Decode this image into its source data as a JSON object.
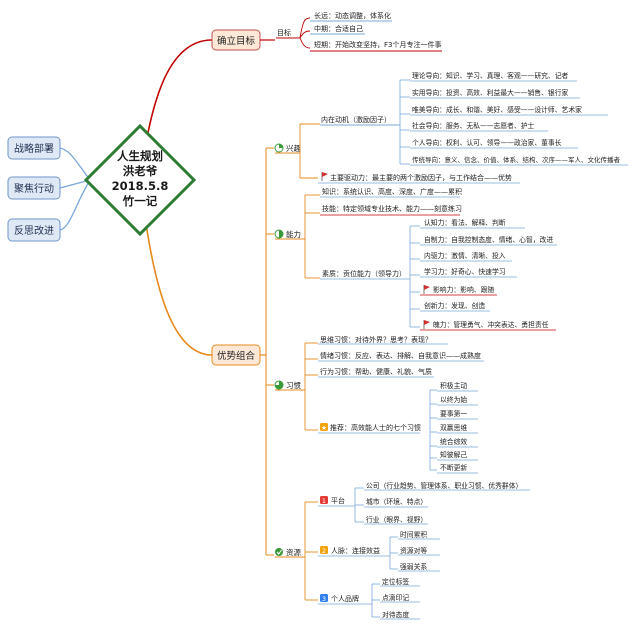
{
  "center": {
    "lines": [
      "人生规划",
      "洪老爷",
      "2018.5.8",
      "竹一记"
    ]
  },
  "left": {
    "items": [
      "战略部署",
      "聚焦行动",
      "反思改进"
    ]
  },
  "branches": {
    "goal": {
      "title": "确立目标",
      "sub": "目标",
      "items": [
        "长远：动态调整，体系化",
        "中期：合适自己",
        "短期：开始改变坚持，F3个月专注一件事"
      ]
    },
    "advantage": {
      "title": "优势组合",
      "interest": {
        "label": "兴趣",
        "motive": "内在动机（激励因子）",
        "motives": [
          "理论导向：知识、学习、真理、客观——研究、记者",
          "实用导向：投资、高效、利益最大——销售、银行家",
          "唯美导向：成长、和谐、美好、感受——设计师、艺术家",
          "社会导向：服务、无私——志愿者、护士",
          "个人导向：权利、认可、领导——政治家、董事长",
          "传统导向：意义、信念、价值、体系、结构、次序——军人、文化传播者"
        ],
        "main": "主要驱动力：最主要的两个激励因子，与工作结合——优势"
      },
      "ability": {
        "label": "能力",
        "knowledge": "知识：系统认识、高度、深度、广度——累积",
        "skill": "技能：特定领域专业技术、能力——刻意练习",
        "quality": "素质：贡位能力（领导力）",
        "qualities": [
          "认知力：看法、解释、判断",
          "自制力：自我控制态度、情绪、心智，改进",
          "内驱力：激情、清晰、投入",
          "学习力：好奇心、快速学习",
          "影响力：影响、跟随",
          "创新力：发现、创造",
          "魄力：管理勇气、冲突表达、勇担责任"
        ]
      },
      "habit": {
        "label": "习惯",
        "items": [
          "思维习惯：对待外界？思考？表现？",
          "情绪习惯：反应、表达、排解、自我意识——成熟度",
          "行为习惯：帮助、健康、礼貌、气质"
        ],
        "recommend": "推荐：高效能人士的七个习惯",
        "seven": [
          "积极主动",
          "以终为始",
          "要事第一",
          "双赢思维",
          "统合综效",
          "知彼解己",
          "不断更新"
        ]
      },
      "resource": {
        "label": "资源",
        "platform": {
          "label": "平台",
          "items": [
            "公司（行业趋势、管理体系、职业习惯、优秀群体）",
            "城市（环境、特点）",
            "行业（眼界、视野）"
          ]
        },
        "network": {
          "label": "人脉：连接效益",
          "items": [
            "时间累积",
            "资源对等",
            "强弱关系"
          ]
        },
        "brand": {
          "label": "个人品牌",
          "items": [
            "定位标签",
            "点滴印记",
            "对待态度"
          ]
        }
      }
    }
  }
}
